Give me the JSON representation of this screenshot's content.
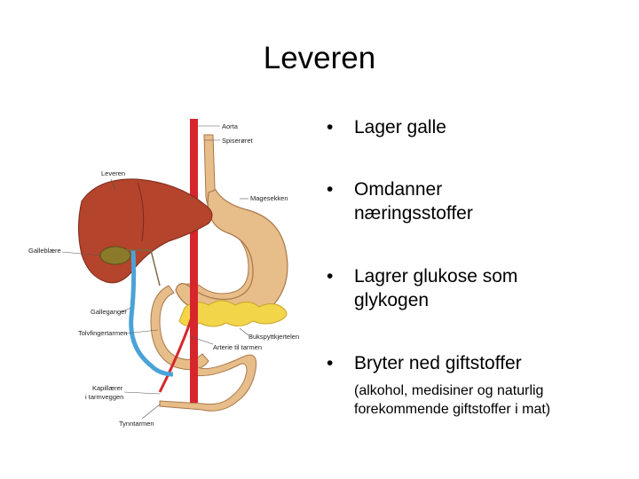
{
  "slide": {
    "title": "Leveren",
    "bullets": [
      {
        "line1": "Lager galle",
        "line2": ""
      },
      {
        "line1": "Omdanner",
        "line2": "næringsstoffer"
      },
      {
        "line1": "Lagrer glukose som",
        "line2": "glykogen"
      },
      {
        "line1": "Bryter ned giftstoffer",
        "line2": ""
      }
    ],
    "subtext": {
      "line1": "(alkohol, medisiner og naturlig",
      "line2": "forekommende giftstoffer i mat)"
    },
    "bullet_symbol": "•"
  },
  "diagram": {
    "labels": {
      "aorta": "Aorta",
      "spiseroret": "Spiserøret",
      "leveren": "Leveren",
      "magesekken": "Magesekken",
      "galleblaera": "Galleblære",
      "galleganger": "Galleganger",
      "tolvfingertarmen": "Tolvfingertarmen",
      "bukspyttkjertelen": "Bukspyttkjertelen",
      "arterie": "Arterie til tarmen",
      "kapillarer_1": "Kapillærer",
      "kapillarer_2": "i tarmveggen",
      "tynntarmen": "Tynntarmen"
    },
    "colors": {
      "liver": "#b5442c",
      "stomach": "#e7bd8a",
      "aorta": "#d6262b",
      "bile_duct": "#4aa3d8",
      "pancreas": "#f3d54a",
      "gallbladder": "#8a7a2a"
    }
  }
}
